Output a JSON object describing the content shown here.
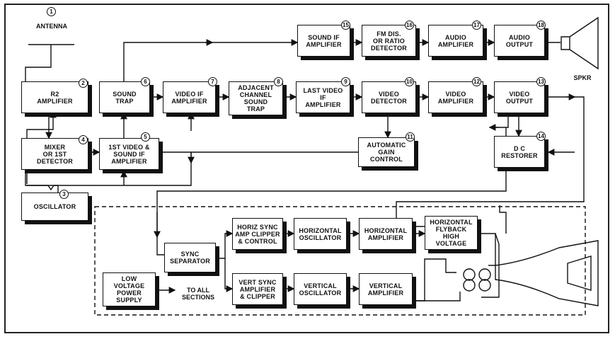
{
  "antenna": {
    "number": "1",
    "label": "ANTENNA"
  },
  "blocks": {
    "rf_amplifier": {
      "number": "2",
      "label": "R2\nAMPLIFIER"
    },
    "oscillator": {
      "number": "3",
      "label": "OSCILLATOR"
    },
    "mixer": {
      "number": "4",
      "label": "MIXER\nOR 1ST\nDETECTOR"
    },
    "first_video_sound_if": {
      "number": "5",
      "label": "1ST VIDEO &\nSOUND IF\nAMPLIFIER"
    },
    "sound_trap": {
      "number": "6",
      "label": "SOUND\nTRAP"
    },
    "video_if_amplifier": {
      "number": "7",
      "label": "VIDEO IF\nAMPLIFIER"
    },
    "adjacent_channel_trap": {
      "number": "8",
      "label": "ADJACENT\nCHANNEL\nSOUND\nTRAP"
    },
    "last_video_if": {
      "number": "9",
      "label": "LAST VIDEO\nIF\nAMPLIFIER"
    },
    "video_detector": {
      "number": "10",
      "label": "VIDEO\nDETECTOR"
    },
    "agc": {
      "number": "11",
      "label": "AUTOMATIC\nGAIN\nCONTROL"
    },
    "video_amplifier": {
      "number": "12",
      "label": "VIDEO\nAMPLIFIER"
    },
    "video_output": {
      "number": "13",
      "label": "VIDEO\nOUTPUT"
    },
    "dc_restorer": {
      "number": "14",
      "label": "D C\nRESTORER"
    },
    "sound_if_amplifier": {
      "number": "15",
      "label": "SOUND IF\nAMPLIFIER"
    },
    "fm_detector": {
      "number": "16",
      "label": "FM DIS.\nOR RATIO\nDETECTOR"
    },
    "audio_amplifier": {
      "number": "17",
      "label": "AUDIO\nAMPLIFIER"
    },
    "audio_output": {
      "number": "18",
      "label": "AUDIO\nOUTPUT"
    },
    "sync_separator": {
      "label": "SYNC\nSEPARATOR"
    },
    "horiz_sync": {
      "label": "HORIZ SYNC\nAMP CLIPPER\n& CONTROL"
    },
    "horizontal_oscillator": {
      "label": "HORIZONTAL\nOSCILLATOR"
    },
    "horizontal_amplifier": {
      "label": "HORIZONTAL\nAMPLIFIER"
    },
    "horizontal_flyback": {
      "label": "HORIZONTAL\nFLYBACK\nHIGH\nVOLTAGE"
    },
    "vert_sync": {
      "label": "VERT SYNC\nAMPLIFIER\n& CLIPPER"
    },
    "vertical_oscillator": {
      "label": "VERTICAL\nOSCILLATOR"
    },
    "vertical_amplifier": {
      "label": "VERTICAL\nAMPLIFIER"
    },
    "power_supply": {
      "label": "LOW\nVOLTAGE\nPOWER\nSUPPLY"
    }
  },
  "speaker_label": "SPKR",
  "to_all_sections": "TO ALL\nSECTIONS"
}
